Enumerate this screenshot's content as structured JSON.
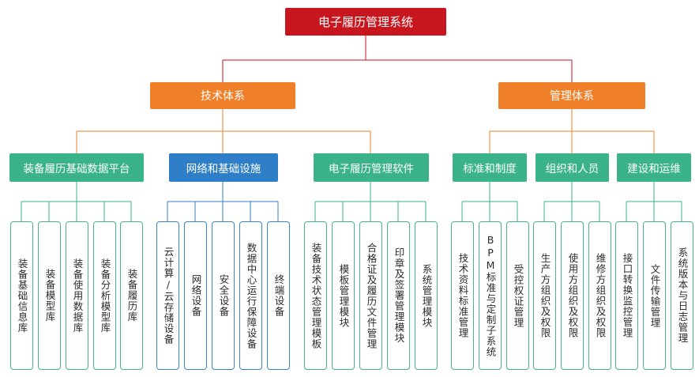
{
  "root": "电子履历管理系统",
  "systems": [
    "技术体系",
    "管理体系"
  ],
  "tech_branches": [
    {
      "label": "装备履历基础数据平台",
      "leaves": [
        "装备基础信息库",
        "装备模型库",
        "装备使用数据库",
        "装备分析模型库",
        "装备履历库"
      ]
    },
    {
      "label": "网络和基础设施",
      "leaves": [
        "云计算/云存储设备",
        "网络设备",
        "安全设备",
        "数据中心运行保障设备",
        "终端设备"
      ]
    },
    {
      "label": "电子履历管理软件",
      "leaves": [
        "装备技术状态管理模板",
        "模板管理模块",
        "合格证及履历文件管理",
        "印章及签署管理模块",
        "系统管理模块"
      ]
    }
  ],
  "mgmt_branches": [
    {
      "label": "标准和制度",
      "leaves": [
        "技术资料标准管理",
        "BPM标准与定制子系统",
        "受控权证管理"
      ]
    },
    {
      "label": "组织和人员",
      "leaves": [
        "生产方组织及权限",
        "使用方组织及权限",
        "维修方组织及权限"
      ]
    },
    {
      "label": "建设和运维",
      "leaves": [
        "接口转换监控管理",
        "文件传输管理",
        "系统版本与日志管理"
      ]
    }
  ],
  "colors": {
    "root": "#c8161e",
    "system": "#f07f2a",
    "branch": "#3ab38b",
    "branch_highlight": "#2f7fc8",
    "leaf_border": "#44b58f",
    "connector_root": "#c8161e",
    "connector_system": "#f07f2a",
    "connector_branch": "#3ab38b"
  }
}
